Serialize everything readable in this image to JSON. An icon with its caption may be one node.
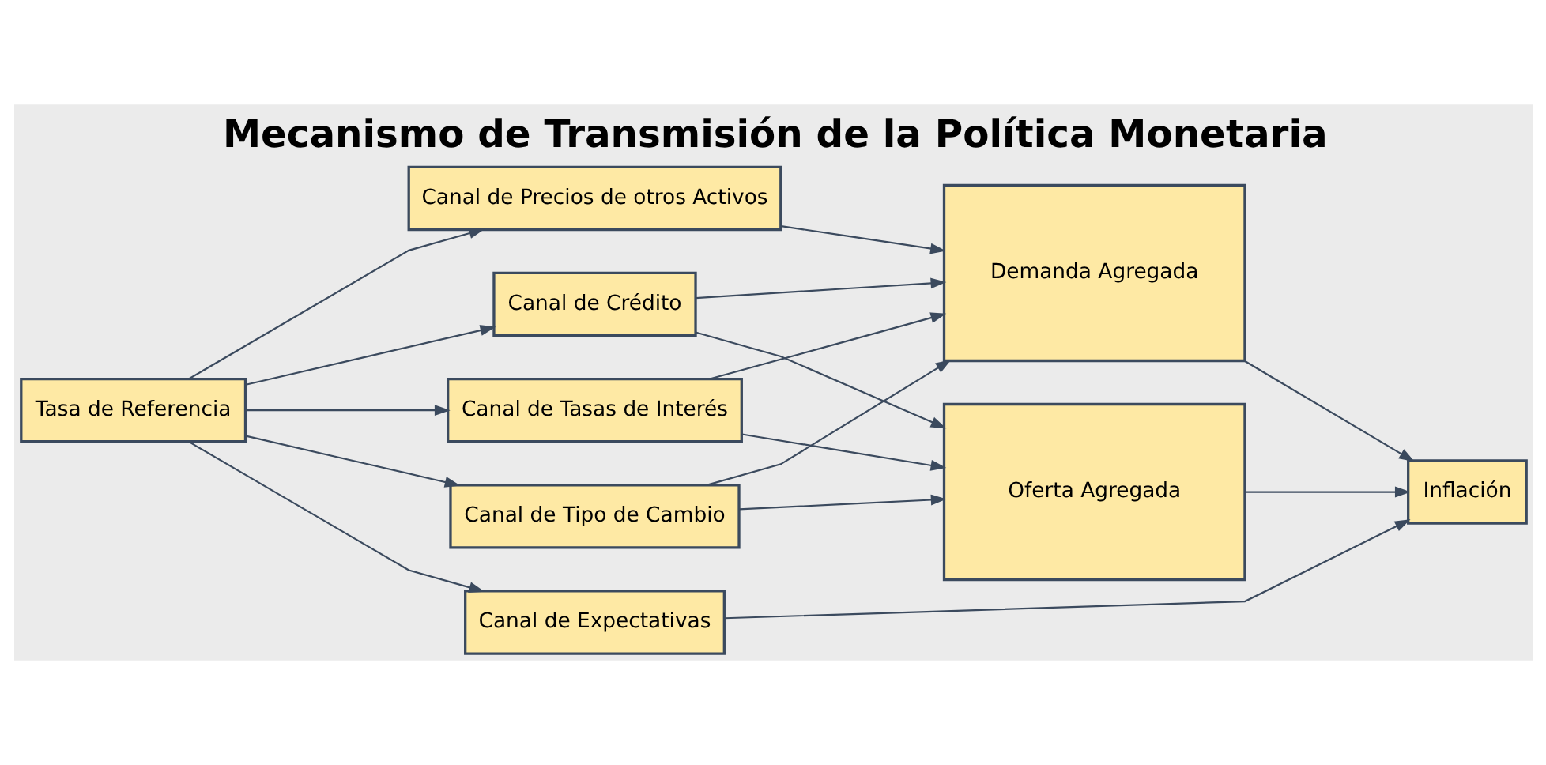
{
  "diagram": {
    "title": "Mecanismo de Transmisión de la Política Monetaria",
    "nodes": [
      {
        "text": [
          "Tasa de Referencia"
        ]
      },
      {
        "text": [
          "Canal de Precios de otros Activos"
        ]
      },
      {
        "text": [
          "Canal de Crédito"
        ]
      },
      {
        "text": [
          "Canal de Tasas de Interés"
        ]
      },
      {
        "text": [
          "Canal de Tipo de Cambio"
        ]
      },
      {
        "text": [
          "Canal de Expectativas"
        ]
      },
      {
        "text": [
          "Demanda Agregada"
        ]
      },
      {
        "text": [
          "Oferta Agregada"
        ]
      },
      {
        "text": [
          "Inflación"
        ]
      }
    ],
    "edges": [
      {
        "from": 0,
        "to": 1,
        "arrow": "to"
      },
      {
        "from": 0,
        "to": 2,
        "arrow": "to"
      },
      {
        "from": 0,
        "to": 3,
        "arrow": "to"
      },
      {
        "from": 0,
        "to": 4,
        "arrow": "to"
      },
      {
        "from": 0,
        "to": 5,
        "arrow": "to"
      },
      {
        "from": 1,
        "to": 6,
        "arrow": "to"
      },
      {
        "from": 2,
        "to": 6,
        "arrow": "to"
      },
      {
        "from": 2,
        "to": 7,
        "arrow": "to"
      },
      {
        "from": 3,
        "to": 6,
        "arrow": "to"
      },
      {
        "from": 3,
        "to": 7,
        "arrow": "to"
      },
      {
        "from": 4,
        "to": 6,
        "arrow": "to"
      },
      {
        "from": 4,
        "to": 7,
        "arrow": "to"
      },
      {
        "from": 6,
        "to": 8,
        "arrow": "to"
      },
      {
        "from": 7,
        "to": 8,
        "arrow": "to"
      },
      {
        "from": 5,
        "to": 8,
        "arrow": "to"
      }
    ]
  }
}
